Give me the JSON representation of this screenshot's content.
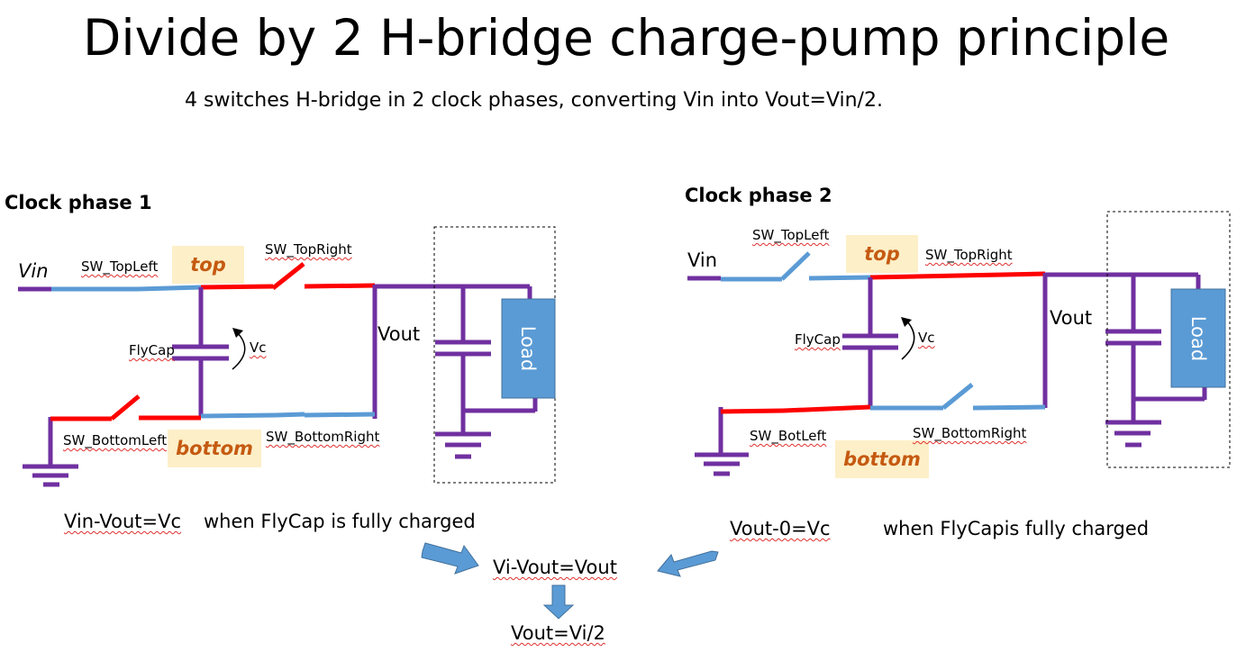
{
  "title": "Divide by 2 H-bridge charge-pump principle",
  "subtitle": "4 switches H-bridge in 2 clock phases, converting Vin into Vout=Vin/2.",
  "colors": {
    "wire_purple": "#7030a0",
    "wire_red": "#ff0000",
    "wire_blue": "#5b9bd5",
    "load_fill": "#5b9bd5",
    "tag_bg": "#fdefc8",
    "tag_text": "#c55a11",
    "arrow_fill": "#5b9bd5"
  },
  "phase1": {
    "heading": "Clock phase 1",
    "vin": "Vin",
    "sw_top_left": "SW_TopLeft",
    "top_tag": "top",
    "sw_top_right": "SW_TopRight",
    "flycap": "FlyCap",
    "vc": "Vc",
    "vout": "Vout",
    "load": "Load",
    "sw_bottom_left": "SW_BottomLeft",
    "bottom_tag": "bottom",
    "sw_bottom_right": "SW_BottomRight",
    "equation": "Vin-Vout=Vc",
    "condition": "when FlyCap is fully charged"
  },
  "phase2": {
    "heading": "Clock phase 2",
    "vin": "Vin",
    "sw_top_left": "SW_TopLeft",
    "top_tag": "top",
    "sw_top_right": "SW_TopRight",
    "flycap": "FlyCap",
    "vc": "Vc",
    "vout": "Vout",
    "load": "Load",
    "sw_bottom_left": "SW_BotLeft",
    "bottom_tag": "bottom",
    "sw_bottom_right": "SW_BottomRight",
    "equation": "Vout-0=Vc",
    "condition": "when FlyCapis fully charged"
  },
  "combined": {
    "equation": "Vi-Vout=Vout",
    "result": "Vout=Vi/2"
  }
}
